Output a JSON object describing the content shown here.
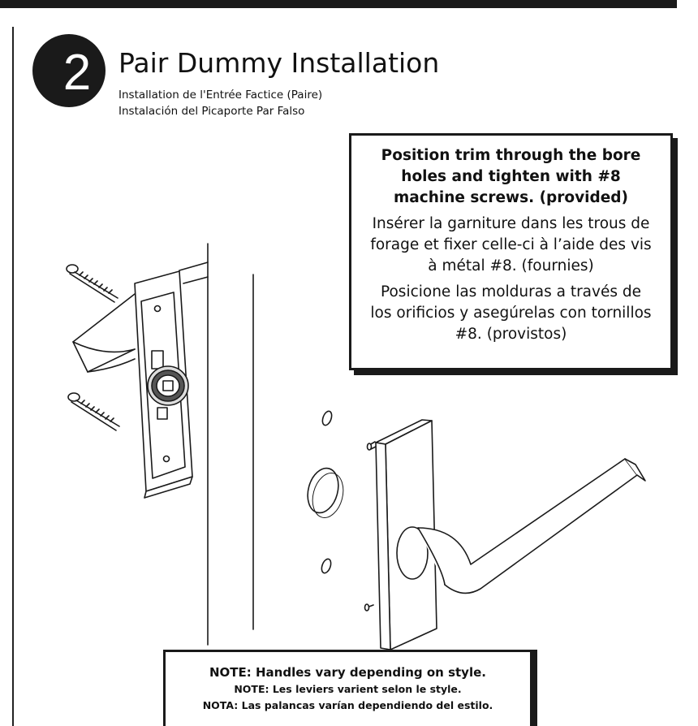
{
  "step": {
    "number": "2"
  },
  "header": {
    "title": "Pair Dummy Installation",
    "subtitle_fr": "Installation de l'Entrée Factice (Paire)",
    "subtitle_es": "Instalación del Picaporte Par Falso"
  },
  "instructions": {
    "en": "Position trim through the bore holes and tighten with #8 machine screws. (provided)",
    "fr": "Insérer la garniture dans les trous de forage et fixer celle-ci à l’aide des vis à métal #8. (fournies)",
    "es": "Posicione las molduras a través de los orificios y asegúrelas con tornillos #8. (provistos)"
  },
  "note": {
    "en": "NOTE: Handles vary depending on style.",
    "fr": "NOTE: Les leviers varient selon le style.",
    "es": "NOTA: Las palancas varían dependiendo del estilo."
  },
  "colors": {
    "ink": "#1a1a1a",
    "paper": "#ffffff"
  }
}
